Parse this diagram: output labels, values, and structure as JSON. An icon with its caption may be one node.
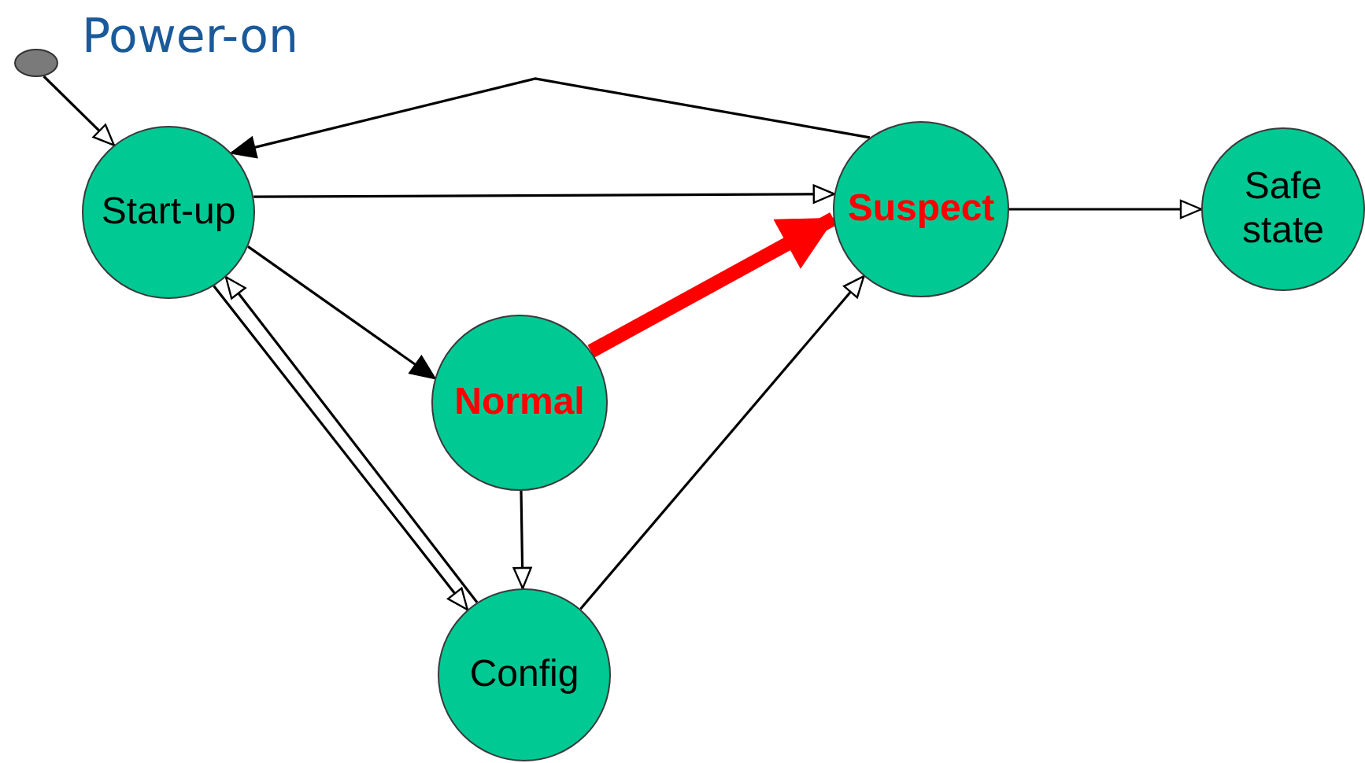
{
  "diagram": {
    "title": "Power-on",
    "nodes": [
      {
        "text": [],
        "shape": "circle"
      },
      {
        "text": [
          "Start-up"
        ]
      },
      {
        "text": [
          "Suspect"
        ]
      },
      {
        "text": [
          "Safe state"
        ]
      },
      {
        "text": [
          "Normal"
        ]
      },
      {
        "text": [
          "Config"
        ]
      }
    ],
    "edges": [
      {
        "from": 0,
        "to": 1,
        "arrow": "to"
      },
      {
        "from": 2,
        "to": 1,
        "arrow": "to"
      },
      {
        "from": 1,
        "to": 2,
        "arrow": "to"
      },
      {
        "from": 1,
        "to": 4,
        "arrow": "to"
      },
      {
        "from": 4,
        "to": 2,
        "arrow": "to",
        "style": "thick",
        "color": "#ff0000"
      },
      {
        "from": 4,
        "to": 5,
        "arrow": "to"
      },
      {
        "from": 1,
        "to": 5,
        "arrow": "to"
      },
      {
        "from": 5,
        "to": 1,
        "arrow": "to"
      },
      {
        "from": 5,
        "to": 2,
        "arrow": "to"
      },
      {
        "from": 2,
        "to": 3,
        "arrow": "to"
      }
    ]
  }
}
